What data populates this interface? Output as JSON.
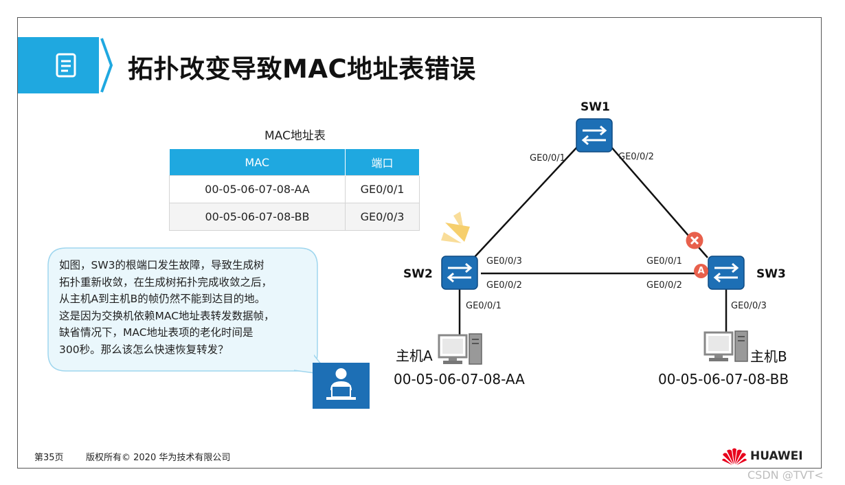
{
  "header": {
    "title": "拓扑改变导致MAC地址表错误"
  },
  "mac_table": {
    "caption": "MAC地址表",
    "headers": [
      "MAC",
      "端口"
    ],
    "rows": [
      [
        "00-05-06-07-08-AA",
        "GE0/0/1"
      ],
      [
        "00-05-06-07-08-BB",
        "GE0/0/3"
      ]
    ]
  },
  "bubble": {
    "lines": [
      "如图，SW3的根端口发生故障，导致生成树",
      "拓扑重新收敛，在生成树拓扑完成收敛之后，",
      "从主机A到主机B的帧仍然不能到达目的地。",
      "这是因为交换机依赖MAC地址表转发数据帧，",
      "缺省情况下，MAC地址表项的老化时间是",
      "300秒。那么该怎么快速恢复转发？"
    ]
  },
  "topology": {
    "switches": {
      "sw1": "SW1",
      "sw2": "SW2",
      "sw3": "SW3"
    },
    "ports": {
      "sw1_left": "GE0/0/1",
      "sw1_right": "GE0/0/2",
      "sw2_top": "GE0/0/3",
      "sw2_bottom": "GE0/0/2",
      "sw2_down": "GE0/0/1",
      "sw3_top": "GE0/0/1",
      "sw3_bottom": "GE0/0/2",
      "sw3_down": "GE0/0/3"
    },
    "port_role_badge": "A",
    "hosts": {
      "a": {
        "name": "主机A",
        "mac": "00-05-06-07-08-AA"
      },
      "b": {
        "name": "主机B",
        "mac": "00-05-06-07-08-BB"
      }
    }
  },
  "footer": {
    "page": "第35页",
    "copyright": "版权所有© 2020 华为技术有限公司",
    "brand": "HUAWEI"
  },
  "watermark": "CSDN @TVT<",
  "colors": {
    "accent": "#1fa8e0",
    "switch": "#1d6fb5",
    "fault": "#e8604c",
    "bubble": "#eaf7fc"
  }
}
